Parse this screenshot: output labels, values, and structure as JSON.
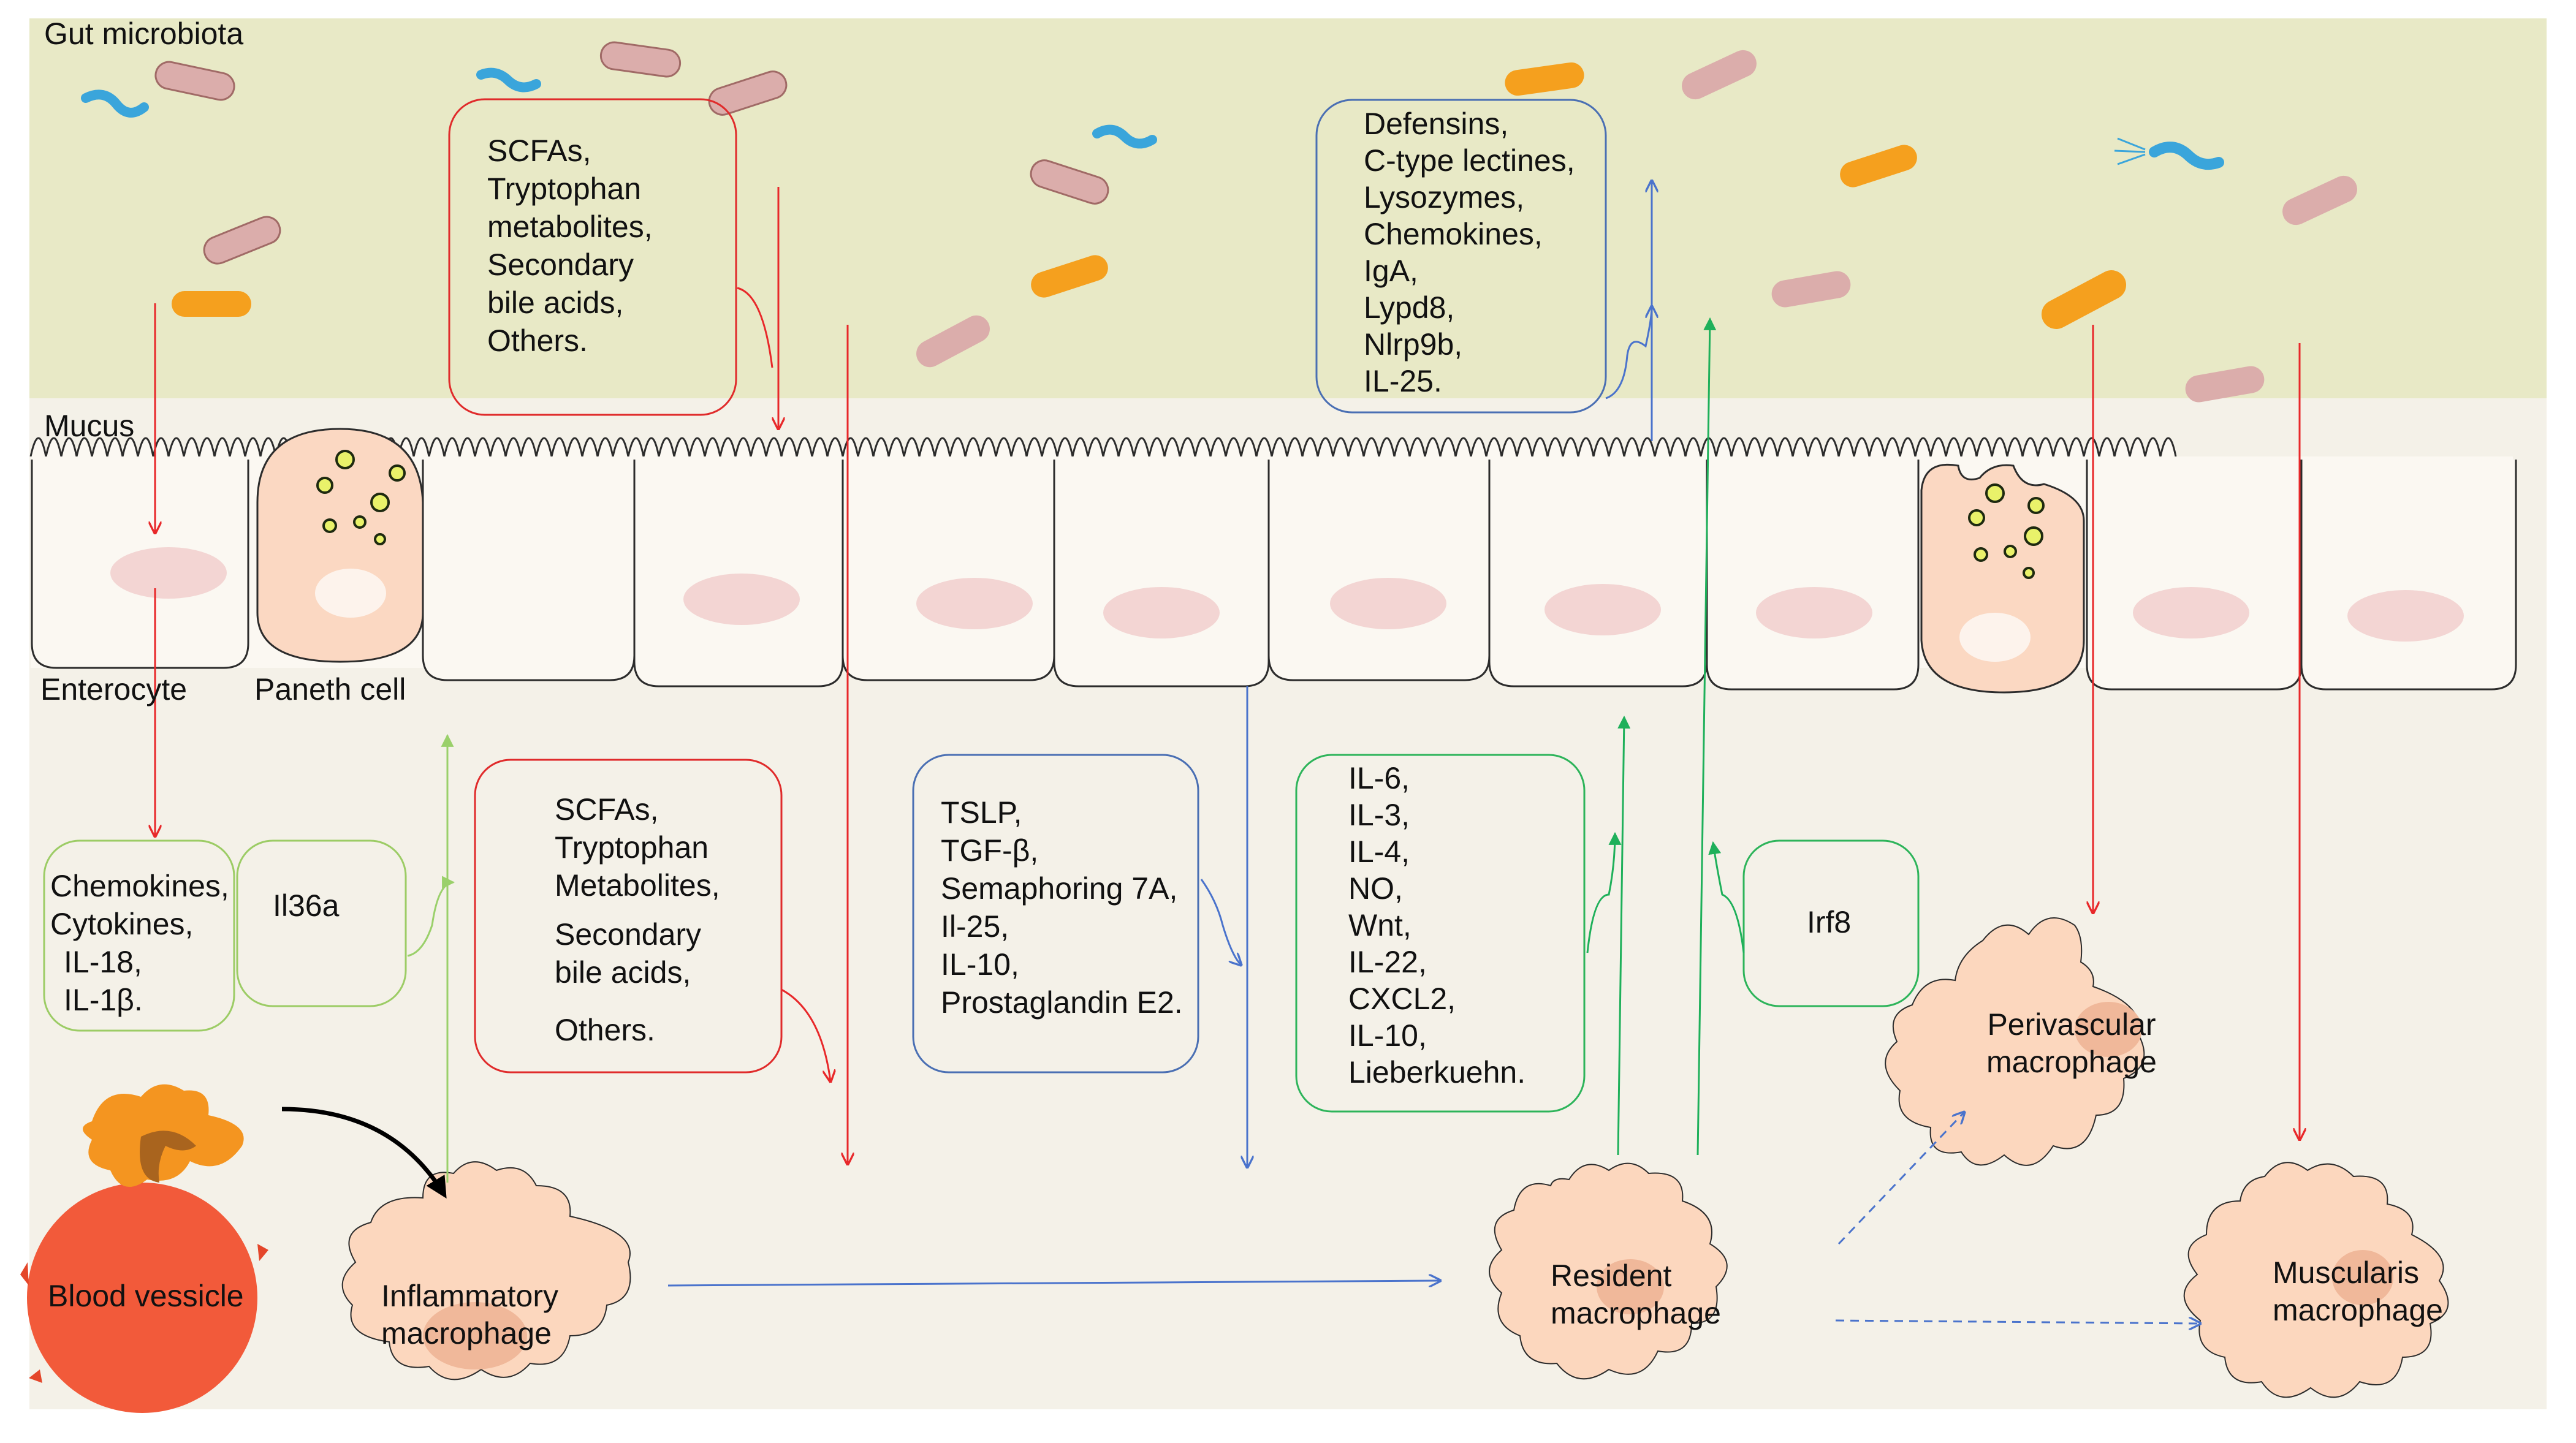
{
  "colors": {
    "lumen": "#e8e9c6",
    "tissue": "#f4f1e8",
    "cell_fill": "#fbf8f2",
    "cell_outline": "#2c2c2c",
    "nucleus": "#f3d5d3",
    "paneth_fill": "#fbd8c2",
    "macrophage_fill": "#fcd7be",
    "macrophage_nucleus": "#f0b89a",
    "granule": "#e9f26a",
    "granule_edge": "#1e2a10",
    "bacteria_pink": "#dbadab",
    "bacteria_orange": "#f5a01e",
    "bacteria_blue": "#3aa5db",
    "red": "#e8282a",
    "blue": "#4a73cc",
    "green_light": "#9ad06a",
    "green_dark": "#1eb05a",
    "red_box": "#e02b2b",
    "blue_box": "#4a6fb3",
    "green_box_light": "#9ccc65",
    "green_box_dark": "#2db45a",
    "blood": "#f25a3a",
    "blood_dark": "#e4462a",
    "platelet": "#f49520",
    "platelet_core": "#a9641e"
  },
  "labels": {
    "gut_microbiota": "Gut microbiota",
    "mucus": "Mucus",
    "enterocyte": "Enterocyte",
    "paneth_cell": "Paneth cell",
    "blood_vessicle": "Blood vessicle",
    "inflammatory_macrophage": [
      "Inflammatory",
      "macrophage"
    ],
    "resident_macrophage": [
      "Resident",
      "macrophage"
    ],
    "perivascular_macrophage": [
      "Perivascular",
      "macrophage"
    ],
    "muscularis_macrophage": [
      "Muscularis",
      "macrophage"
    ]
  },
  "boxes": {
    "lumen_metabolites": [
      "SCFAs,",
      "Tryptophan",
      "metabolites,",
      "Secondary",
      "bile acids,",
      "Others."
    ],
    "antimicrobials": [
      "Defensins,",
      "C-type lectines,",
      "Lysozymes,",
      "Chemokines,",
      "IgA,",
      "Lypd8,",
      "Nlrp9b,",
      "IL-25."
    ],
    "chemokines_cytokines": [
      "Chemokines,",
      "Cytokines,",
      "IL-18,",
      "IL-1β."
    ],
    "il36a": "Il36a",
    "lp_metabolites": [
      "SCFAs,",
      "Tryptophan",
      "Metabolites,",
      "Secondary",
      "bile acids,",
      "Others."
    ],
    "epithelial_signals": [
      "TSLP,",
      "TGF-β,",
      "Semaphoring 7A,",
      "Il-25,",
      "IL-10,",
      "Prostaglandin E2."
    ],
    "macrophage_signals": [
      "IL-6,",
      "IL-3,",
      "IL-4,",
      "NO,",
      "Wnt,",
      "IL-22,",
      "CXCL2,",
      "IL-10,",
      "Lieberkuehn."
    ],
    "irf8": "Irf8"
  }
}
